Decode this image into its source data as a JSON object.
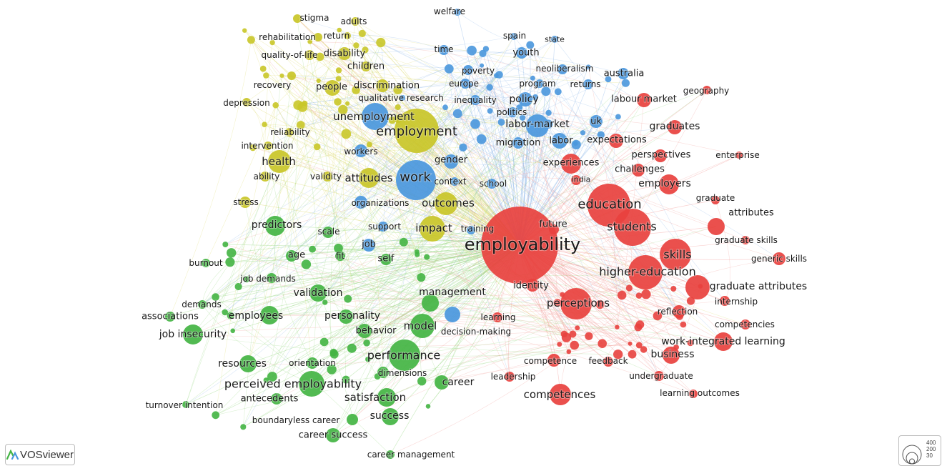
{
  "app": {
    "brand": "VOSviewer"
  },
  "size_legend": {
    "values": [
      "400",
      "200",
      "30"
    ]
  },
  "clusters": {
    "red": "#e8413e",
    "green": "#43b443",
    "blue": "#4a97dd",
    "yellow": "#c9c628"
  },
  "edge_colors": {
    "red": "#f19a96",
    "green": "#95d67f",
    "blue": "#8fb8e8",
    "yellow": "#dcd96a"
  },
  "center_keyword": "employability",
  "nodes": [
    [
      "employability",
      "red"
    ],
    [
      "education",
      "red"
    ],
    [
      "students",
      "red"
    ],
    [
      "skills",
      "red"
    ],
    [
      "higher-education",
      "red"
    ],
    [
      "graduates",
      "red"
    ],
    [
      "labour market",
      "red"
    ],
    [
      "perceptions",
      "red"
    ],
    [
      "experiences",
      "red"
    ],
    [
      "employers",
      "red"
    ],
    [
      "perspectives",
      "red"
    ],
    [
      "challenges",
      "red"
    ],
    [
      "expectations",
      "red"
    ],
    [
      "india",
      "red"
    ],
    [
      "attributes",
      "red"
    ],
    [
      "graduate skills",
      "red"
    ],
    [
      "generic skills",
      "red"
    ],
    [
      "graduate attributes",
      "red"
    ],
    [
      "internship",
      "red"
    ],
    [
      "reflection",
      "red"
    ],
    [
      "competencies",
      "red"
    ],
    [
      "work-integrated learning",
      "red"
    ],
    [
      "business",
      "red"
    ],
    [
      "undergraduate",
      "red"
    ],
    [
      "learning outcomes",
      "red"
    ],
    [
      "competences",
      "red"
    ],
    [
      "competence",
      "red"
    ],
    [
      "feedback",
      "red"
    ],
    [
      "leadership",
      "red"
    ],
    [
      "identity",
      "red"
    ],
    [
      "learning",
      "red"
    ],
    [
      "enterprise",
      "red"
    ],
    [
      "geography",
      "red"
    ],
    [
      "graduate",
      "red"
    ],
    [
      "future",
      "red"
    ],
    [
      "work",
      "blue"
    ],
    [
      "unemployment",
      "blue"
    ],
    [
      "labor-market",
      "blue"
    ],
    [
      "policy",
      "blue"
    ],
    [
      "welfare",
      "blue"
    ],
    [
      "spain",
      "blue"
    ],
    [
      "state",
      "blue"
    ],
    [
      "youth",
      "blue"
    ],
    [
      "time",
      "blue"
    ],
    [
      "poverty",
      "blue"
    ],
    [
      "neoliberalism",
      "blue"
    ],
    [
      "australia",
      "blue"
    ],
    [
      "program",
      "blue"
    ],
    [
      "returns",
      "blue"
    ],
    [
      "europe",
      "blue"
    ],
    [
      "inequality",
      "blue"
    ],
    [
      "politics",
      "blue"
    ],
    [
      "uk",
      "blue"
    ],
    [
      "labor",
      "blue"
    ],
    [
      "migration",
      "blue"
    ],
    [
      "workers",
      "blue"
    ],
    [
      "gender",
      "blue"
    ],
    [
      "context",
      "blue"
    ],
    [
      "school",
      "blue"
    ],
    [
      "organizations",
      "blue"
    ],
    [
      "support",
      "blue"
    ],
    [
      "job",
      "blue"
    ],
    [
      "training",
      "blue"
    ],
    [
      "decision-making",
      "blue"
    ],
    [
      "qualitative research",
      "blue"
    ],
    [
      "employment",
      "yellow"
    ],
    [
      "health",
      "yellow"
    ],
    [
      "attitudes",
      "yellow"
    ],
    [
      "outcomes",
      "yellow"
    ],
    [
      "impact",
      "yellow"
    ],
    [
      "people",
      "yellow"
    ],
    [
      "discrimination",
      "yellow"
    ],
    [
      "disability",
      "yellow"
    ],
    [
      "children",
      "yellow"
    ],
    [
      "stigma",
      "yellow"
    ],
    [
      "adults",
      "yellow"
    ],
    [
      "rehabilitation",
      "yellow"
    ],
    [
      "return",
      "yellow"
    ],
    [
      "quality-of-life",
      "yellow"
    ],
    [
      "recovery",
      "yellow"
    ],
    [
      "depression",
      "yellow"
    ],
    [
      "reliability",
      "yellow"
    ],
    [
      "intervention",
      "yellow"
    ],
    [
      "validity",
      "yellow"
    ],
    [
      "ability",
      "yellow"
    ],
    [
      "stress",
      "yellow"
    ],
    [
      "performance",
      "green"
    ],
    [
      "perceived employability",
      "green"
    ],
    [
      "satisfaction",
      "green"
    ],
    [
      "model",
      "green"
    ],
    [
      "management",
      "green"
    ],
    [
      "validation",
      "green"
    ],
    [
      "employees",
      "green"
    ],
    [
      "job insecurity",
      "green"
    ],
    [
      "personality",
      "green"
    ],
    [
      "behavior",
      "green"
    ],
    [
      "resources",
      "green"
    ],
    [
      "orientation",
      "green"
    ],
    [
      "antecedents",
      "green"
    ],
    [
      "success",
      "green"
    ],
    [
      "career success",
      "green"
    ],
    [
      "career management",
      "green"
    ],
    [
      "boundaryless career",
      "green"
    ],
    [
      "turnover intention",
      "green"
    ],
    [
      "career",
      "green"
    ],
    [
      "dimensions",
      "green"
    ],
    [
      "predictors",
      "green"
    ],
    [
      "scale",
      "green"
    ],
    [
      "age",
      "green"
    ],
    [
      "fit",
      "green"
    ],
    [
      "self",
      "green"
    ],
    [
      "burnout",
      "green"
    ],
    [
      "job demands",
      "green"
    ],
    [
      "demands",
      "green"
    ],
    [
      "associations",
      "green"
    ]
  ]
}
